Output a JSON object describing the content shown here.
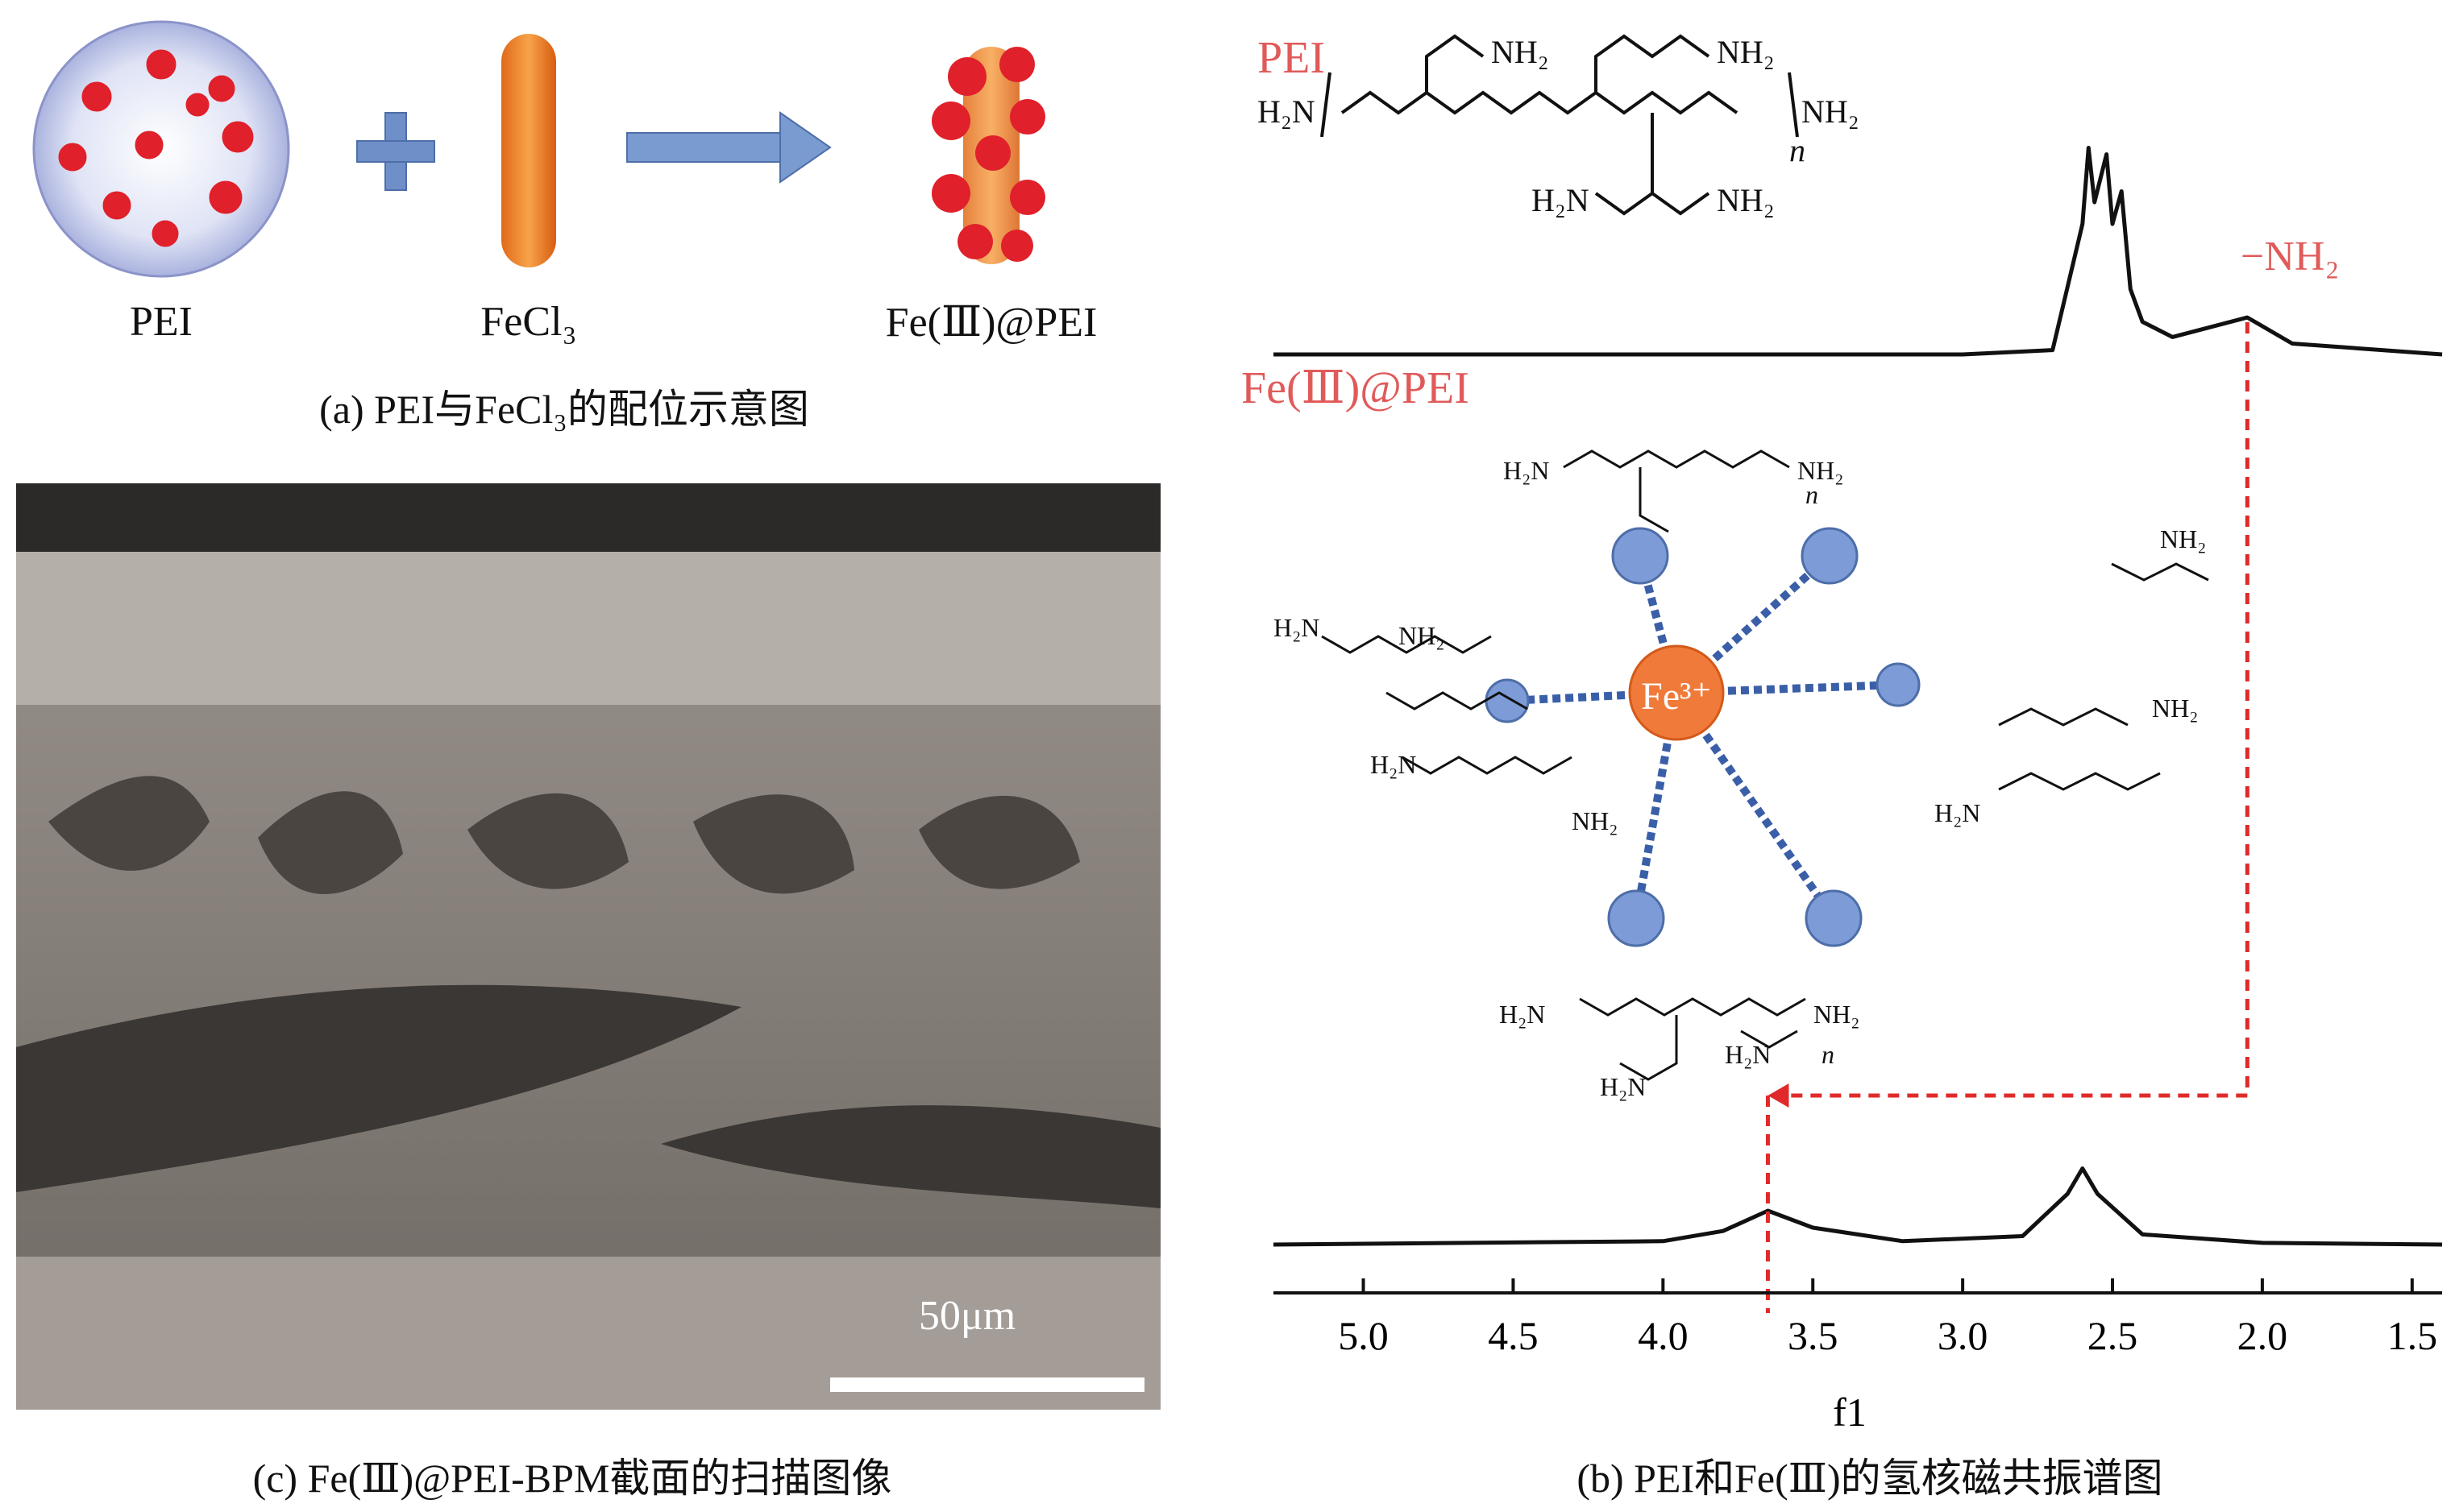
{
  "panel_a": {
    "label_pei": "PEI",
    "label_fecl3": "FeCl₃",
    "label_product": "Fe(Ⅲ)@PEI",
    "caption": "(a) PEI与FeCl₃的配位示意图"
  },
  "panel_b": {
    "label_pei": "PEI",
    "label_fepei": "Fe(Ⅲ)@PEI",
    "label_nh2": "−NH₂",
    "fe_center": "Fe³⁺",
    "xaxis_label": "f1",
    "caption": "(b) PEI和Fe(Ⅲ)的氢核磁共振谱图",
    "chem_labels": {
      "h2n": "H₂N",
      "nh2": "NH₂",
      "n": "N",
      "h": "H",
      "sub_n": "n"
    },
    "colors": {
      "accent_red": "#e05a5a",
      "sphere_blue": "#6b8fd1",
      "fe_orange": "#f07a3a"
    }
  },
  "panel_c": {
    "scale_label": "50μm",
    "caption": "(c) Fe(Ⅲ)@PEI-BPM截面的扫描图像"
  },
  "chart_data": {
    "type": "line",
    "xlabel": "f1",
    "xlim": [
      5.3,
      1.4
    ],
    "x_ticks": [
      "5.0",
      "4.5",
      "4.0",
      "3.5",
      "3.0",
      "2.5",
      "2.0",
      "1.5"
    ],
    "series": [
      {
        "name": "PEI",
        "x": [
          5.3,
          3.0,
          2.7,
          2.6,
          2.58,
          2.56,
          2.52,
          2.5,
          2.47,
          2.44,
          2.4,
          2.3,
          2.05,
          1.9,
          1.4
        ],
        "y": [
          0.0,
          0.0,
          0.02,
          0.6,
          0.95,
          0.7,
          0.92,
          0.6,
          0.75,
          0.3,
          0.15,
          0.08,
          0.17,
          0.05,
          0.0
        ]
      },
      {
        "name": "Fe(Ⅲ)@PEI",
        "x": [
          5.3,
          4.0,
          3.8,
          3.65,
          3.5,
          3.2,
          2.8,
          2.65,
          2.6,
          2.55,
          2.4,
          2.0,
          1.4
        ],
        "y": [
          0.0,
          0.02,
          0.08,
          0.2,
          0.1,
          0.02,
          0.05,
          0.3,
          0.45,
          0.3,
          0.06,
          0.01,
          0.0
        ]
      }
    ]
  }
}
